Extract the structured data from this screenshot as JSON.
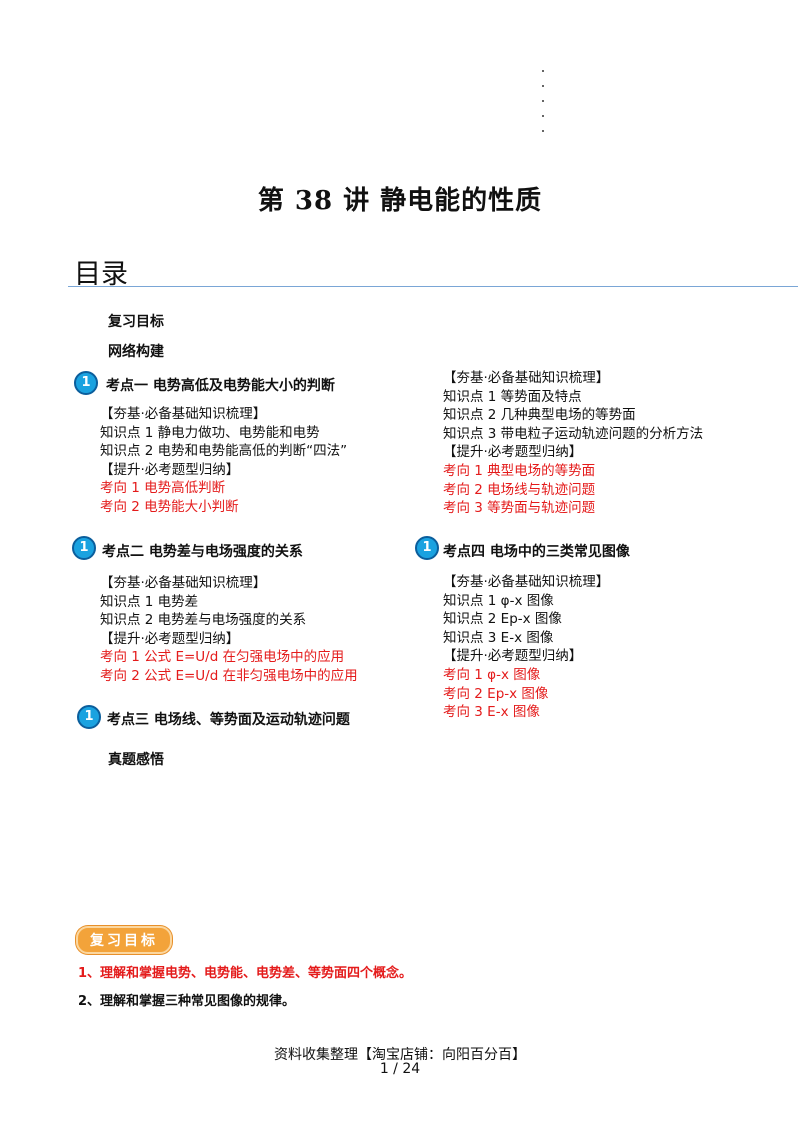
{
  "title": "第 38 讲  静电能的性质",
  "toc_heading": "目录",
  "top_items": [
    "复习目标",
    "网络构建"
  ],
  "sections": [
    {
      "badge": "1",
      "heading": "考点一    电势高低及电势能大小的判断",
      "lines": [
        {
          "text": "【夯基·必备基础知识梳理】",
          "red": false
        },
        {
          "text": "知识点 1  静电力做功、电势能和电势",
          "red": false
        },
        {
          "text": "知识点 2  电势和电势能高低的判断“四法”",
          "red": false
        },
        {
          "text": "【提升·必考题型归纳】",
          "red": false
        },
        {
          "text": "考向 1  电势高低判断",
          "red": true
        },
        {
          "text": "考向 2  电势能大小判断",
          "red": true
        }
      ]
    },
    {
      "badge": "1",
      "heading": "考点二    电势差与电场强度的关系",
      "lines": [
        {
          "text": "【夯基·必备基础知识梳理】",
          "red": false
        },
        {
          "text": "知识点 1  电势差",
          "red": false
        },
        {
          "text": "知识点 2  电势差与电场强度的关系",
          "red": false
        },
        {
          "text": "【提升·必考题型归纳】",
          "red": false
        },
        {
          "text": "考向 1  公式 E=U/d 在匀强电场中的应用",
          "red": true
        },
        {
          "text": "考向 2  公式 E=U/d 在非匀强电场中的应用",
          "red": true
        }
      ]
    },
    {
      "badge": "1",
      "heading": "考点三    电场线、等势面及运动轨迹问题",
      "lines": [
        {
          "text": "【夯基·必备基础知识梳理】",
          "red": false
        },
        {
          "text": "知识点 1  等势面及特点",
          "red": false
        },
        {
          "text": "知识点 2  几种典型电场的等势面",
          "red": false
        },
        {
          "text": "知识点 3  带电粒子运动轨迹问题的分析方法",
          "red": false
        },
        {
          "text": "【提升·必考题型归纳】",
          "red": false
        },
        {
          "text": "考向 1  典型电场的等势面",
          "red": true
        },
        {
          "text": "考向 2  电场线与轨迹问题",
          "red": true
        },
        {
          "text": "考向 3  等势面与轨迹问题",
          "red": true
        }
      ]
    },
    {
      "badge": "1",
      "heading": "考点四    电场中的三类常见图像",
      "lines": [
        {
          "text": "【夯基·必备基础知识梳理】",
          "red": false
        },
        {
          "text": "知识点 1     φ-x 图像",
          "red": false
        },
        {
          "text": "知识点 2     Ep-x 图像",
          "red": false
        },
        {
          "text": "知识点 3     E-x 图像",
          "red": false
        },
        {
          "text": "【提升·必考题型归纳】",
          "red": false
        },
        {
          "text": "考向 1  φ-x 图像",
          "red": true
        },
        {
          "text": "考向 2  Ep-x 图像",
          "red": true
        },
        {
          "text": "考向 3  E-x 图像",
          "red": true
        }
      ]
    }
  ],
  "bottom_item": "真题感悟",
  "goal_badge": "复习目标",
  "goals": [
    {
      "text": "1、理解和掌握电势、电势能、电势差、等势面四个概念。",
      "red": true
    },
    {
      "text": "2、理解和掌握三种常见图像的规律。",
      "red": false
    }
  ],
  "footer": {
    "source": "资料收集整理【淘宝店铺：向阳百分百】",
    "page": "1  /  24"
  }
}
